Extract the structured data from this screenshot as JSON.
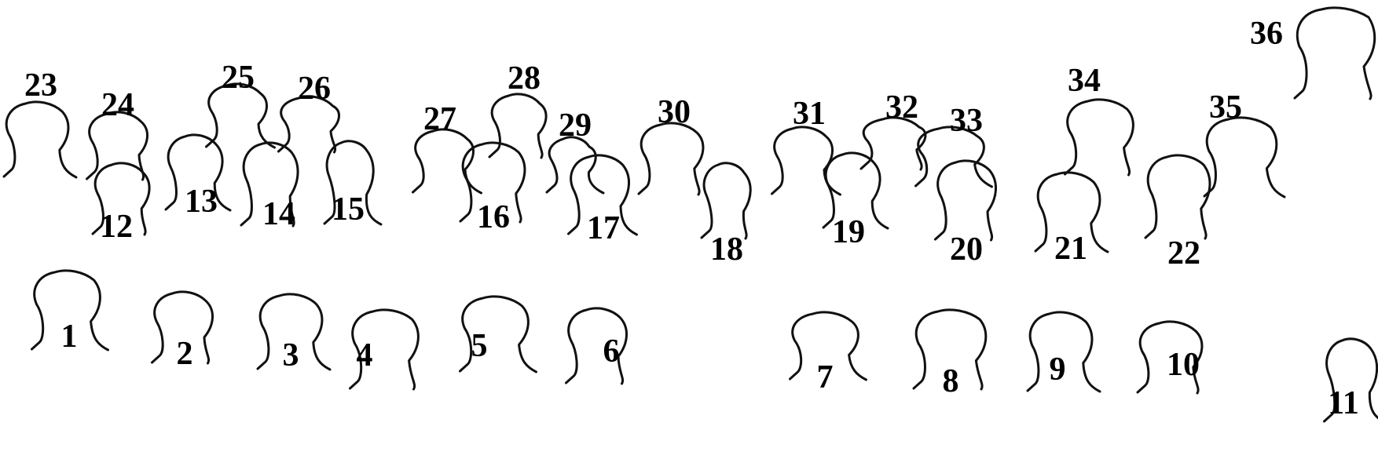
{
  "heads": [
    {
      "id": "1",
      "label": "1"
    },
    {
      "id": "2",
      "label": "2"
    },
    {
      "id": "3",
      "label": "3"
    },
    {
      "id": "4",
      "label": "4"
    },
    {
      "id": "5",
      "label": "5"
    },
    {
      "id": "6",
      "label": "6"
    },
    {
      "id": "7",
      "label": "7"
    },
    {
      "id": "8",
      "label": "8"
    },
    {
      "id": "9",
      "label": "9"
    },
    {
      "id": "10",
      "label": "10"
    },
    {
      "id": "11",
      "label": "11"
    },
    {
      "id": "12",
      "label": "12"
    },
    {
      "id": "13",
      "label": "13"
    },
    {
      "id": "14",
      "label": "14"
    },
    {
      "id": "15",
      "label": "15"
    },
    {
      "id": "16",
      "label": "16"
    },
    {
      "id": "17",
      "label": "17"
    },
    {
      "id": "18",
      "label": "18"
    },
    {
      "id": "19",
      "label": "19"
    },
    {
      "id": "20",
      "label": "20"
    },
    {
      "id": "21",
      "label": "21"
    },
    {
      "id": "22",
      "label": "22"
    },
    {
      "id": "23",
      "label": "23"
    },
    {
      "id": "24",
      "label": "24"
    },
    {
      "id": "25",
      "label": "25"
    },
    {
      "id": "26",
      "label": "26"
    },
    {
      "id": "27",
      "label": "27"
    },
    {
      "id": "28",
      "label": "28"
    },
    {
      "id": "29",
      "label": "29"
    },
    {
      "id": "30",
      "label": "30"
    },
    {
      "id": "31",
      "label": "31"
    },
    {
      "id": "32",
      "label": "32"
    },
    {
      "id": "33",
      "label": "33"
    },
    {
      "id": "34",
      "label": "34"
    },
    {
      "id": "35",
      "label": "35"
    },
    {
      "id": "36",
      "label": "36"
    }
  ]
}
